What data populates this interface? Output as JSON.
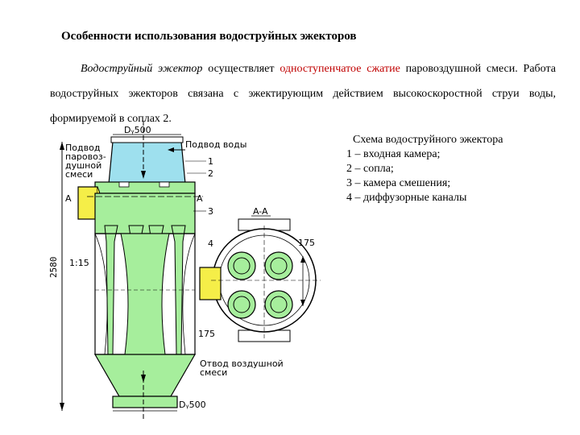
{
  "document": {
    "title": "Особенности использования водоструйных эжекторов",
    "paragraph": {
      "term": "Водоструйный эжектор",
      "text1": "осуществляет",
      "highlight": "одноступенчатое сжатие",
      "text2": "паровоздушной смеси. Работа водоструйных эжекторов связана с эжектирующим действием высокоскоростной струи воды, формируемой в соплах 2."
    }
  },
  "caption": {
    "title": "Схема водоструйного эжектора",
    "items": [
      "1 – входная камера;",
      "2 – сопла;",
      "3 – камера смешения;",
      "4 – диффузорные каналы"
    ]
  },
  "drawing": {
    "top_dim": "Dᵧ500",
    "inlet_water": "Подвод воды",
    "inlet_vapor": [
      "Подвод",
      "паровоз-",
      "душной",
      "смеси"
    ],
    "num1": "1",
    "num2": "2",
    "num3": "3",
    "num4": "4",
    "section_mark": "A",
    "slope": "1:15",
    "height": "2580",
    "section_label": "A-A",
    "dim175_right": "175",
    "dim175_bottom": "175",
    "outlet": [
      "Отвод воздушной",
      "смеси"
    ],
    "bottom_dim": "Dᵧ500"
  },
  "colors": {
    "inlet_chamber": "#9ee0ee",
    "body": "#a6ee9c",
    "vapor_inlet": "#f5ee48",
    "highlight": "#c00000"
  }
}
